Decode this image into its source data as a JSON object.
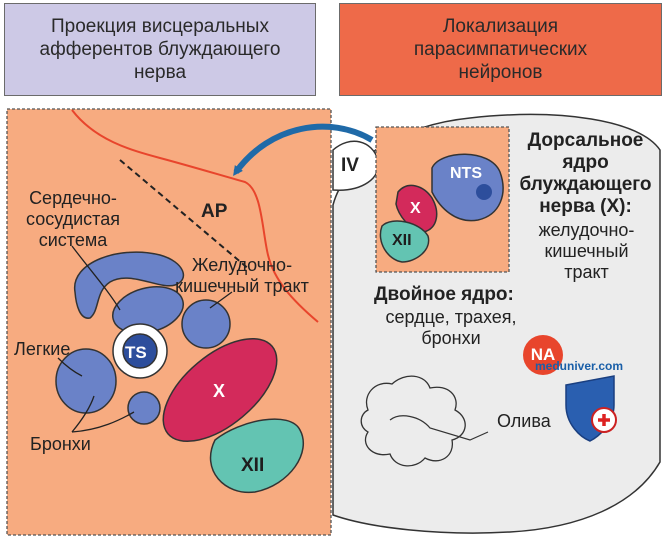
{
  "headers": {
    "left": "Проекция висцеральных\nафферентов блуждающего\nнерва",
    "right": "Локализация\nпарасимпатических\nнейронов"
  },
  "labels": {
    "ap": "AP",
    "cardio": "Сердечно-\nсосудистая\nсистема",
    "gi": "Желудочно-\nкишечный тракт",
    "lungs": "Легкие",
    "bronchi": "Бронхи",
    "ts": "TS",
    "x_large": "X",
    "xii_large": "XII",
    "iv": "IV",
    "nts": "NTS",
    "x_small": "X",
    "xii_small": "XII",
    "dorsal_title": "Дорсальное\nядро\nблуждающего\nнерва (X):",
    "dorsal_sub": "желудочно-\nкишечный\nтракт",
    "ambiguus_title": "Двойное ядро:",
    "ambiguus_sub": "сердце, трахея,\nбронхи",
    "oliva": "Олива"
  },
  "watermark": {
    "logo": "NA",
    "site": "meduniver.com"
  },
  "colors": {
    "panel": "#f7ab80",
    "header_left": "#cdc9e6",
    "header_right": "#ee6a49",
    "blue_nucleus": "#6a82c8",
    "red_nucleus": "#d32a5b",
    "teal_nucleus": "#63c4b2",
    "brainstem": "#ececec",
    "arrow": "#1f6aa8"
  }
}
